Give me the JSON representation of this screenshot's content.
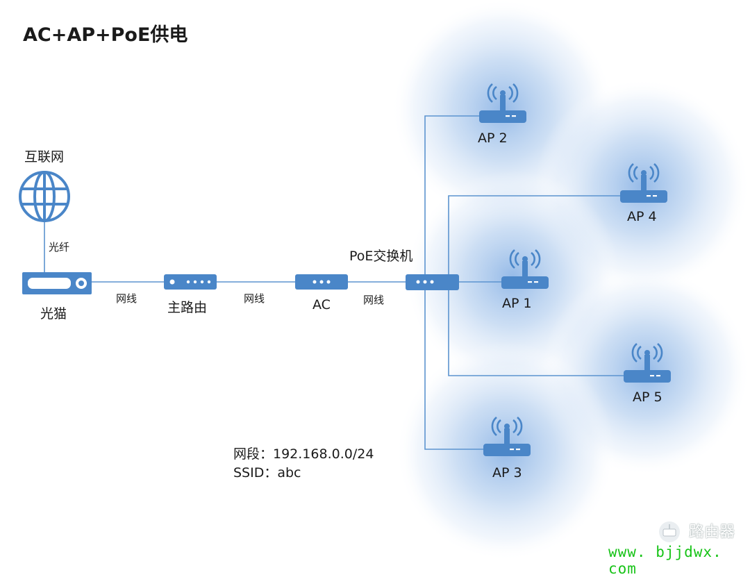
{
  "title": "AC+AP+PoE供电",
  "nodes": {
    "internet": "互联网",
    "modem": "光猫",
    "main_router": "主路由",
    "ac": "AC",
    "poe_switch": "PoE交换机",
    "ap1": "AP 1",
    "ap2": "AP 2",
    "ap3": "AP 3",
    "ap4": "AP 4",
    "ap5": "AP 5"
  },
  "links": {
    "fiber": "光纤",
    "cable1": "网线",
    "cable2": "网线",
    "cable3": "网线"
  },
  "info": {
    "segment": "网段：192.168.0.0/24",
    "ssid": "SSID：abc"
  },
  "watermark": {
    "logo_text": "路由器",
    "url": "www. bjjdwx. com"
  },
  "colors": {
    "device": "#4a86c8",
    "line": "#5b93cf",
    "coverage": "#a9c8ec",
    "watermark": "#17c317"
  }
}
